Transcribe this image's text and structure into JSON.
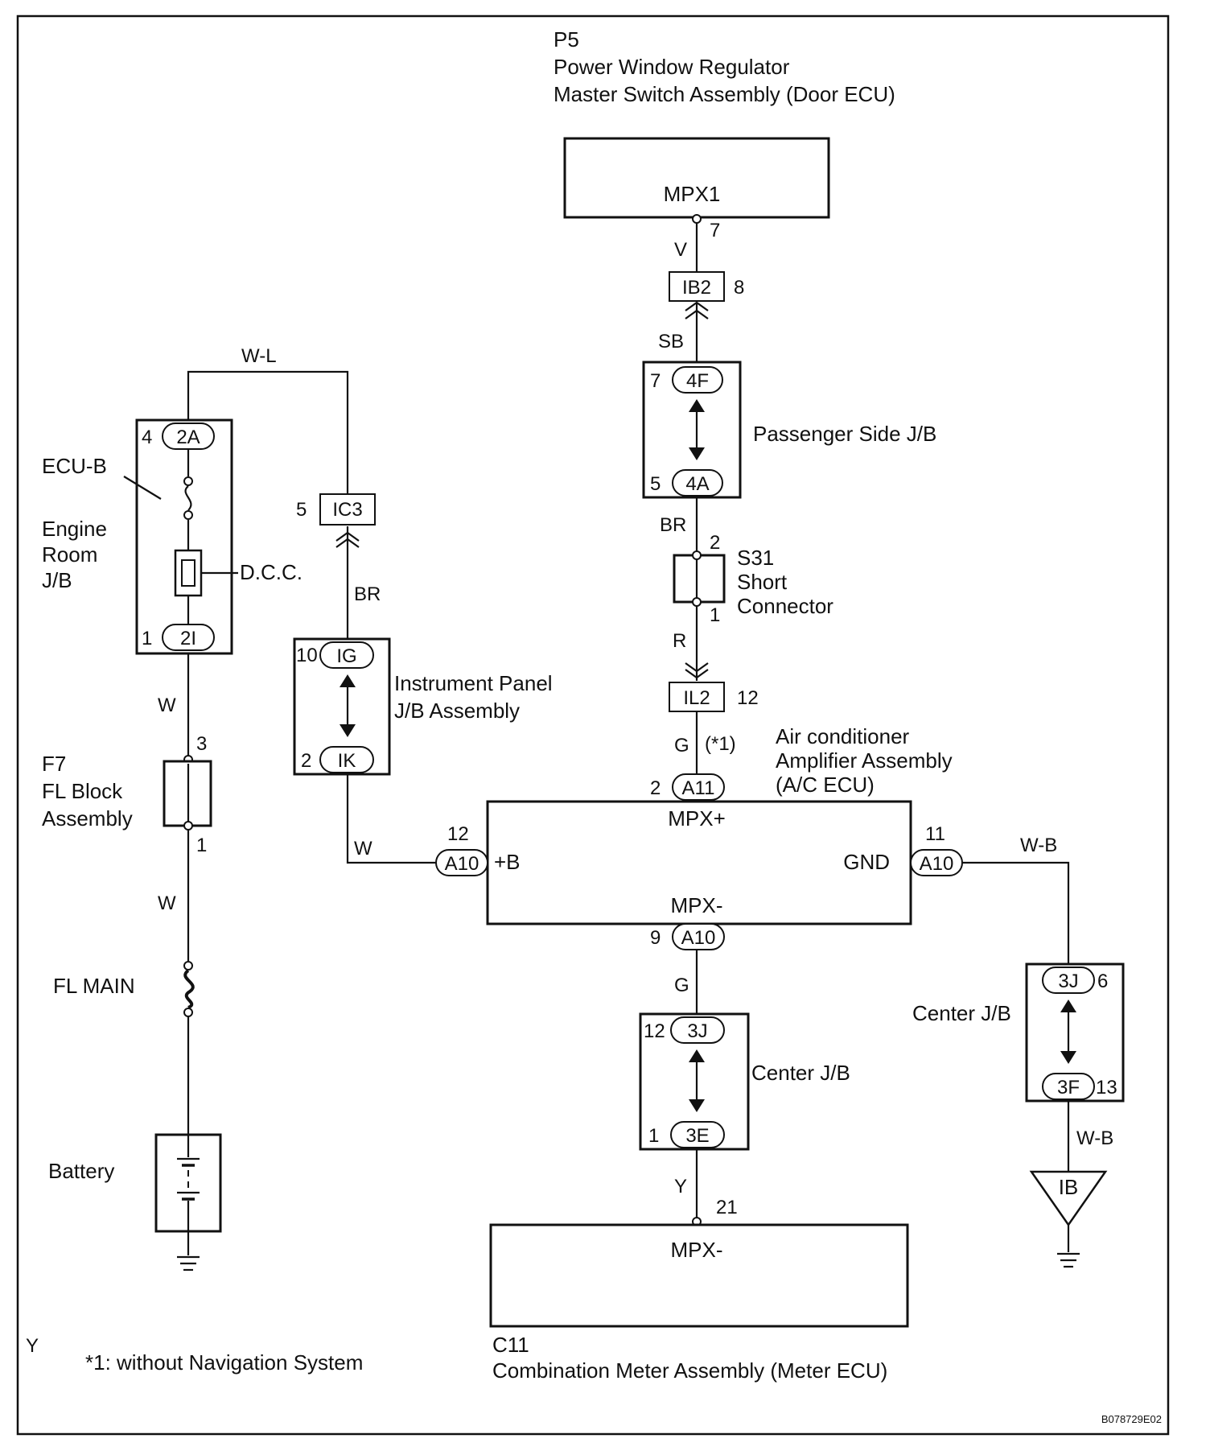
{
  "components": {
    "door_ecu": {
      "id": "P5",
      "line1": "Power Window Regulator",
      "line2": "Master Switch Assembly (Door ECU)",
      "terminal": "MPX1"
    },
    "passenger_jb": {
      "label": "Passenger Side J/B"
    },
    "short_connector": {
      "id": "S31",
      "line1": "Short",
      "line2": "Connector"
    },
    "ac_ecu": {
      "line1": "Air conditioner",
      "line2": "Amplifier Assembly",
      "line3": "(A/C ECU)",
      "t_top": "MPX+",
      "t_left": "+B",
      "t_right": "GND",
      "t_bottom": "MPX-"
    },
    "meter_ecu": {
      "id": "C11",
      "line1": "Combination Meter Assembly (Meter ECU)",
      "terminal": "MPX-"
    },
    "center_jb_mid": {
      "label": "Center J/B"
    },
    "center_jb_right": {
      "label": "Center J/B"
    },
    "engine_room_jb": {
      "line1": "Engine",
      "line2": "Room",
      "line3": "J/B",
      "fuse": "ECU-B",
      "dcc": "D.C.C."
    },
    "ip_jb": {
      "line1": "Instrument Panel",
      "line2": "J/B Assembly"
    },
    "fl_block": {
      "id": "F7",
      "line1": "FL Block",
      "line2": "Assembly"
    },
    "fl_main": {
      "label": "FL MAIN"
    },
    "battery": {
      "label": "Battery"
    },
    "ground": {
      "label": "IB"
    }
  },
  "connectors": {
    "ib2": "IB2",
    "il2": "IL2",
    "ic3": "IC3",
    "c4f": "4F",
    "c4a": "4A",
    "c2a": "2A",
    "c2i": "2I",
    "cig": "IG",
    "cik": "IK",
    "a11": "A11",
    "a10_left": "A10",
    "a10_right": "A10",
    "a10_bottom": "A10",
    "c3j_mid": "3J",
    "c3e": "3E",
    "c3j_right": "3J",
    "c3f": "3F"
  },
  "pins": {
    "p7_mpx1": "7",
    "p8": "8",
    "p7_4f": "7",
    "p5_4a": "5",
    "p2_s31": "2",
    "p1_s31": "1",
    "p12_il2": "12",
    "p2_a11": "2",
    "p12_a10": "12",
    "p11_a10": "11",
    "p9_a10": "9",
    "p12_3j": "12",
    "p1_3e": "1",
    "p21": "21",
    "p6_3j": "6",
    "p13_3f": "13",
    "p4_2a": "4",
    "p1_2i": "1",
    "p5_ic3": "5",
    "p10_ig": "10",
    "p2_ik": "2",
    "p3_f7": "3",
    "p1_f7": "1"
  },
  "wires": {
    "v": "V",
    "sb": "SB",
    "br_mid": "BR",
    "r": "R",
    "g_top": "G",
    "g_top_note": "(*1)",
    "g_bottom": "G",
    "y": "Y",
    "wb_top": "W-B",
    "wb_bottom": "W-B",
    "wl": "W-L",
    "br_left": "BR",
    "w_ip": "W",
    "w_top": "W",
    "w_bottom": "W"
  },
  "notes": {
    "footnote": "*1: without Navigation System",
    "corner": "Y",
    "code": "B078729E02"
  }
}
